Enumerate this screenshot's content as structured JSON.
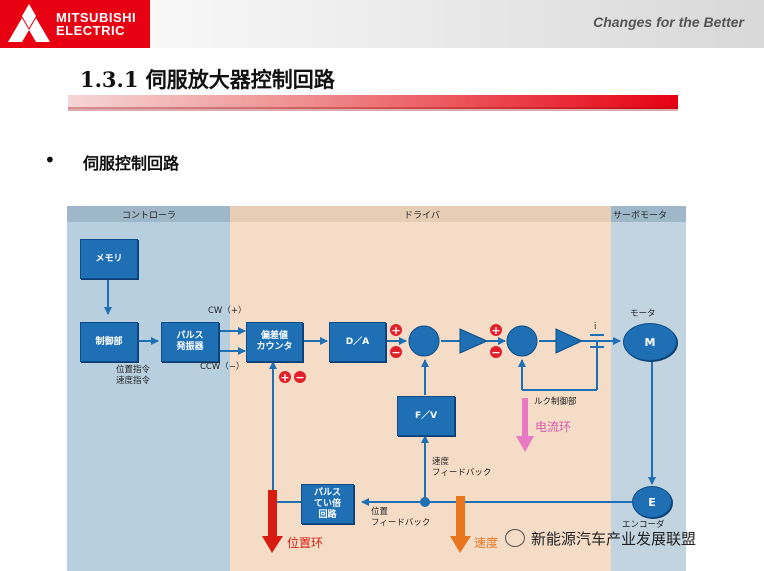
{
  "header": {
    "brand_line1": "MITSUBISHI",
    "brand_line2": "ELECTRIC",
    "tagline": "Changes for the Better",
    "brand_color": "#e60012"
  },
  "title": "1.3.1  伺服放大器控制回路",
  "bullet": "•",
  "subtitle": "伺服控制回路",
  "diagram": {
    "sections": {
      "controller": "コントローラ",
      "driver": "ドライバ",
      "servo_motor": "サーボモータ"
    },
    "blocks": {
      "memory": "メモリ",
      "control_unit": "制御部",
      "pulse_oscillator": "パルス\n発振器",
      "error_counter": "偏差値\nカウンタ",
      "da": "D／A",
      "fv": "F／V",
      "pulse_multiplier": "パルス\nてい倍\n回路",
      "motor": "M",
      "encoder": "E"
    },
    "labels": {
      "cw": "CW（+）",
      "ccw": "CCW（−）",
      "position_command": "位置指令",
      "speed_command": "速度指令",
      "motor": "モータ",
      "current": "i",
      "torque_control": "ルク制御部",
      "speed_feedback": "速度\nフィードバック",
      "position_feedback": "位置\nフィードバック",
      "encoder": "エンコーダ"
    },
    "loops": {
      "current": "电流环",
      "position": "位置环",
      "speed": "速度"
    },
    "colors": {
      "block": "#1f6fb5",
      "current_loop": "#e87ac4",
      "position_loop": "#d91c12",
      "speed_loop": "#e8741e"
    }
  },
  "watermark": "新能源汽车产业发展联盟"
}
